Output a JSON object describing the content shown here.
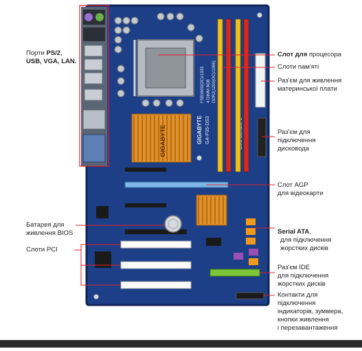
{
  "colors": {
    "board": "#1d3f87",
    "board_dark": "#0f2456",
    "leader_line": "#e0202e",
    "heatsink": "#e0912a",
    "ram_slot_yellow": "#f2c21a",
    "ram_slot_red": "#d8281e",
    "pci_slot": "#ffffff",
    "pcie_slot": "#7fb8e6",
    "ide_slot": "#7dc63a",
    "sata_orange": "#f29a1c",
    "sata_purple": "#9b4fb5"
  },
  "labels": {
    "ports": {
      "l1_a": "Порти ",
      "l1_b": "PS/2",
      "l1_c": ",",
      "l2": "USB, VGA, LAN."
    },
    "cpu_socket": {
      "a": "Слот для",
      "b": " процесора"
    },
    "memory_slots": "Слоти пам'яті",
    "power_connector": {
      "l1": "Раз'єм для живлення",
      "l2": "материнської плати"
    },
    "floppy_connector": {
      "l1": "Раз'єм для",
      "l2": "підключення",
      "l3": "дисковода"
    },
    "agp_slot": {
      "l1": "Слот AGP",
      "l2": "для відеокарти"
    },
    "bios_battery": {
      "l1": "Батарея для",
      "l2": "живлення BIOS"
    },
    "pci_slots": "Слоти PCI",
    "serial_ata": {
      "l1_a": "Serial ATA",
      "l1_b": ",",
      "l2": "для підключення",
      "l3": "жорстких дисків"
    },
    "ide_connector": {
      "l1": "Раз'єм IDE",
      "l2": "для підключення",
      "l3": "жорстких дисків"
    },
    "front_panel": {
      "l1": "Контакти для",
      "l2": "підключення",
      "l3": "індикаторів, зуммера,",
      "l4": "кнопки живлення",
      "l5": "і перезавантаження"
    }
  },
  "board_text": {
    "heatsink_brand": "GIGABYTE",
    "brand_vertical": "GIGABYTE",
    "model_vertical": "GA-P35-DS3",
    "memory_spec_1": "FSB1600(OC)/1333",
    "memory_spec_2": "4 DIMM 8GB",
    "memory_spec_3": "DDR2(1200(OC)/1066)",
    "tagline": "Ultra Durable 2"
  }
}
